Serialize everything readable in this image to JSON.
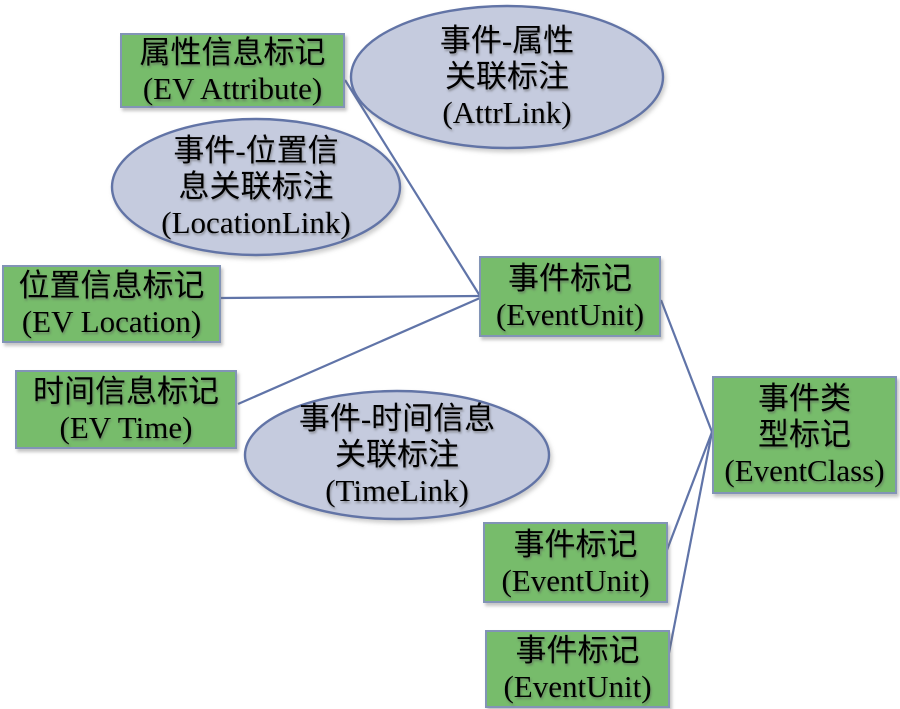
{
  "diagram": {
    "description": "Event annotation schema diagram",
    "nodes": {
      "ev_attribute": {
        "type": "entity",
        "lines": [
          "属性信息标记",
          "(EV Attribute)"
        ]
      },
      "attr_link": {
        "type": "relation",
        "lines": [
          "事件-属性",
          "关联标注",
          "(AttrLink)"
        ]
      },
      "location_link": {
        "type": "relation",
        "lines": [
          "事件-位置信",
          "息关联标注",
          "(LocationLink)"
        ]
      },
      "ev_location": {
        "type": "entity",
        "lines": [
          "位置信息标记",
          "(EV Location)"
        ]
      },
      "ev_time": {
        "type": "entity",
        "lines": [
          "时间信息标记",
          "(EV Time)"
        ]
      },
      "time_link": {
        "type": "relation",
        "lines": [
          "事件-时间信息",
          "关联标注",
          "(TimeLink)"
        ]
      },
      "event_unit_center": {
        "type": "entity",
        "lines": [
          "事件标记",
          "(EventUnit)"
        ]
      },
      "event_class": {
        "type": "entity",
        "lines": [
          "事件类",
          "型标记",
          "(EventClass)"
        ]
      },
      "event_unit_bottom1": {
        "type": "entity",
        "lines": [
          "事件标记",
          "(EventUnit)"
        ]
      },
      "event_unit_bottom2": {
        "type": "entity",
        "lines": [
          "事件标记",
          "(EventUnit)"
        ]
      }
    },
    "edges": [
      {
        "from": "ev_attribute",
        "to": "event_unit_center",
        "via_label": "attr_link"
      },
      {
        "from": "ev_location",
        "to": "event_unit_center",
        "via_label": "location_link"
      },
      {
        "from": "ev_time",
        "to": "event_unit_center",
        "via_label": "time_link"
      },
      {
        "from": "event_unit_center",
        "to": "event_class"
      },
      {
        "from": "event_class",
        "to": "event_unit_bottom1"
      },
      {
        "from": "event_class",
        "to": "event_unit_bottom2"
      }
    ],
    "colors": {
      "entity_fill": "#77BC6B",
      "entity_border": "#8294B6",
      "relation_fill": "#C5CBDE",
      "relation_border": "#6274A6",
      "connector": "#6074A8",
      "text_color": "#000000"
    }
  }
}
